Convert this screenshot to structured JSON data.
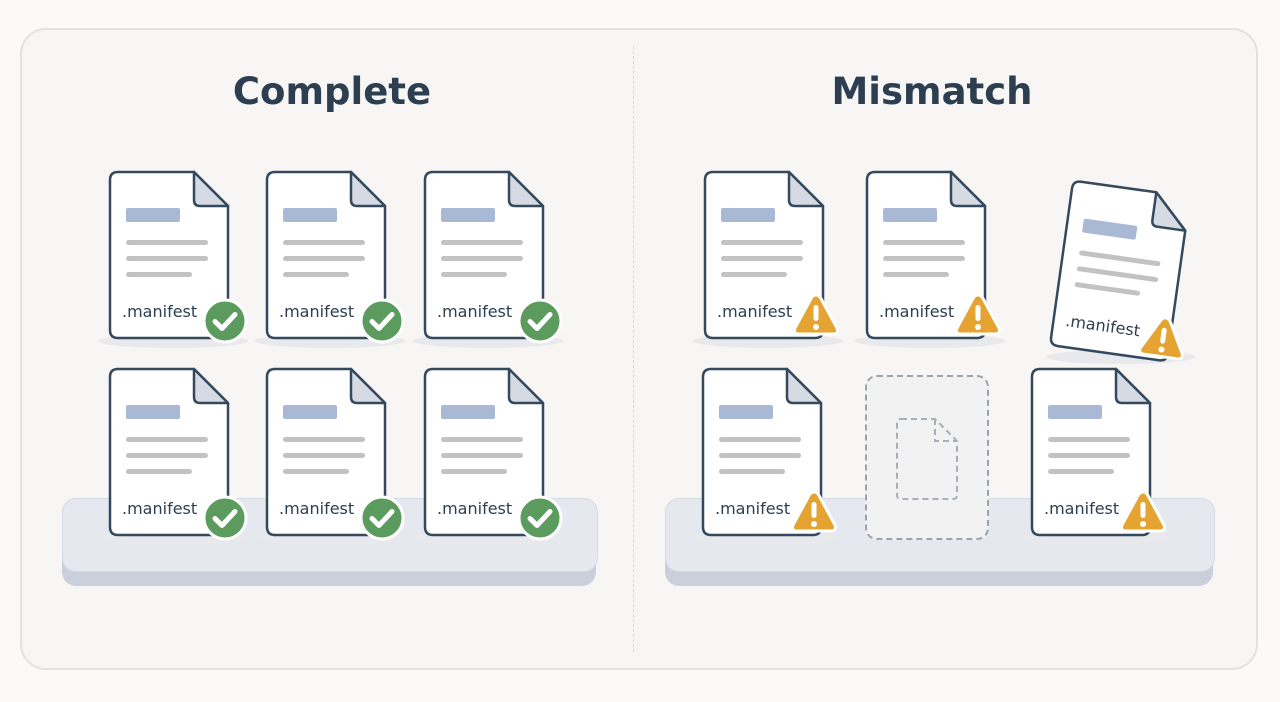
{
  "panels": {
    "complete": {
      "title": "Complete"
    },
    "mismatch": {
      "title": "Mismatch"
    }
  },
  "file_label": ".manifest",
  "colors": {
    "doc_outline": "#34495e",
    "doc_header_bar": "#a9b8d4",
    "doc_text_line": "#c2c2c2",
    "check_badge": "#5b9b5e",
    "warning_badge": "#e5a431",
    "missing_outline": "#9aa3b0",
    "tray": "#e5e8ef"
  },
  "icons": {
    "ok": "check-circle-icon",
    "warning": "warning-triangle-icon",
    "missing": "missing-file-placeholder"
  }
}
